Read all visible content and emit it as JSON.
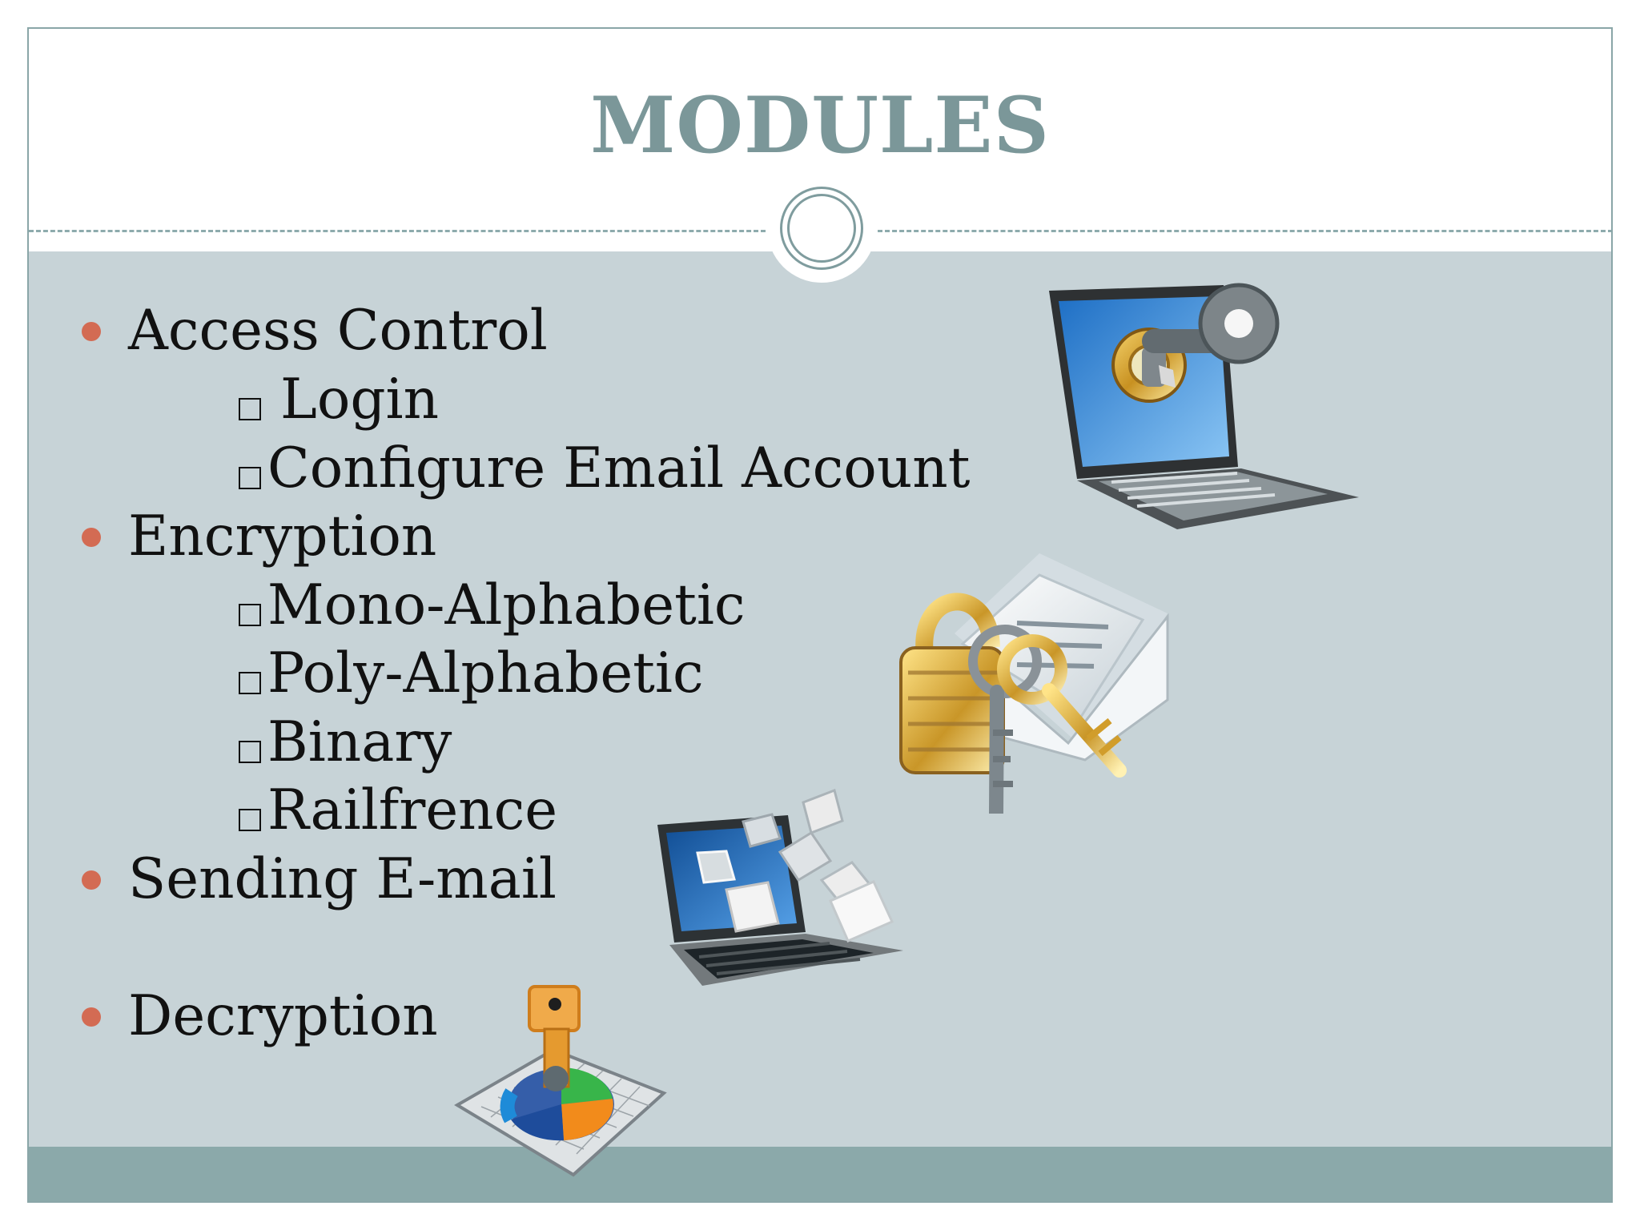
{
  "slide": {
    "title": "MODULES"
  },
  "bullets": [
    {
      "label": "Access Control",
      "items": [
        "Login",
        "Configure Email Account"
      ]
    },
    {
      "label": "Encryption",
      "items": [
        "Mono-Alphabetic",
        "Poly-Alphabetic",
        "Binary",
        "Railfrence"
      ]
    },
    {
      "label": "Sending E-mail",
      "items": []
    },
    {
      "label": "Decryption",
      "items": []
    }
  ],
  "illustrations": {
    "laptop_key": "laptop-lock-key-icon",
    "mail_lock": "mail-padlock-keys-icon",
    "sending_email": "laptop-sending-email-icon",
    "decryption_key": "chart-key-icon"
  },
  "colors": {
    "title": "#7b9799",
    "content_background": "#c7d3d7",
    "footer": "#8ba9aa",
    "bullet": "#d36b53",
    "divider": "#8eabad"
  }
}
